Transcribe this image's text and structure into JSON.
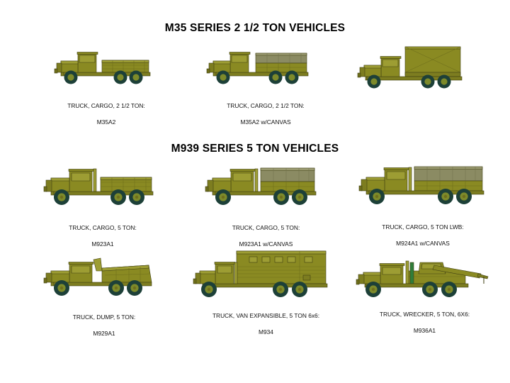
{
  "slide": {
    "title_m35": "M35 SERIES 2 1/2 TON VEHICLES",
    "title_m939": "M939 SERIES 5 TON VEHICLES"
  },
  "colors": {
    "body": "#8a8a22",
    "body_dark": "#6f6f1c",
    "body_light": "#9d9d33",
    "canvas": "#8b8b63",
    "canvas_dark": "#74744f",
    "tire": "#1d4038",
    "hub": "#7d8a2a",
    "outline": "#3f3f12",
    "text": "#111111",
    "background": "#ffffff"
  },
  "sections": [
    {
      "id": "m35",
      "heading": "M35 SERIES 2 1/2 TON VEHICLES",
      "vehicles": [
        {
          "id": "m35a2",
          "type": "cargo-truck",
          "caption_line1": "TRUCK, CARGO, 2 1/2 TON:",
          "caption_line2": "M35A2",
          "has_canvas": false
        },
        {
          "id": "m35a2-canvas",
          "type": "cargo-truck-canvas",
          "caption_line1": "TRUCK, CARGO, 2 1/2 TON:",
          "caption_line2": "M35A2 w/CANVAS",
          "has_canvas": true
        },
        {
          "id": "m35a2-van",
          "type": "box-body-truck",
          "caption_line1": "",
          "caption_line2": "",
          "has_canvas": true
        }
      ]
    },
    {
      "id": "m939",
      "heading": "M939 SERIES 5 TON VEHICLES",
      "vehicles": [
        {
          "id": "m923a1",
          "type": "cargo-truck",
          "caption_line1": "TRUCK, CARGO, 5 TON:",
          "caption_line2": "M923A1",
          "has_canvas": false
        },
        {
          "id": "m923a1-canvas",
          "type": "cargo-truck-canvas",
          "caption_line1": "TRUCK, CARGO, 5 TON:",
          "caption_line2": "M923A1 w/CANVAS",
          "has_canvas": true
        },
        {
          "id": "m924a1-canvas",
          "type": "cargo-truck-canvas-lwb",
          "caption_line1": "TRUCK, CARGO, 5 TON LWB:",
          "caption_line2": "M924A1 w/CANVAS",
          "has_canvas": true
        },
        {
          "id": "m929a1",
          "type": "dump-truck",
          "caption_line1": "TRUCK, DUMP, 5 TON:",
          "caption_line2": "M929A1",
          "has_canvas": false
        },
        {
          "id": "m934",
          "type": "expansible-van",
          "caption_line1": "TRUCK, VAN EXPANSIBLE, 5 TON 6x6:",
          "caption_line2": "M934",
          "has_canvas": false
        },
        {
          "id": "m936a1",
          "type": "wrecker",
          "caption_line1": "TRUCK, WRECKER, 5 TON, 6X6:",
          "caption_line2": "M936A1",
          "has_canvas": false
        }
      ]
    }
  ]
}
